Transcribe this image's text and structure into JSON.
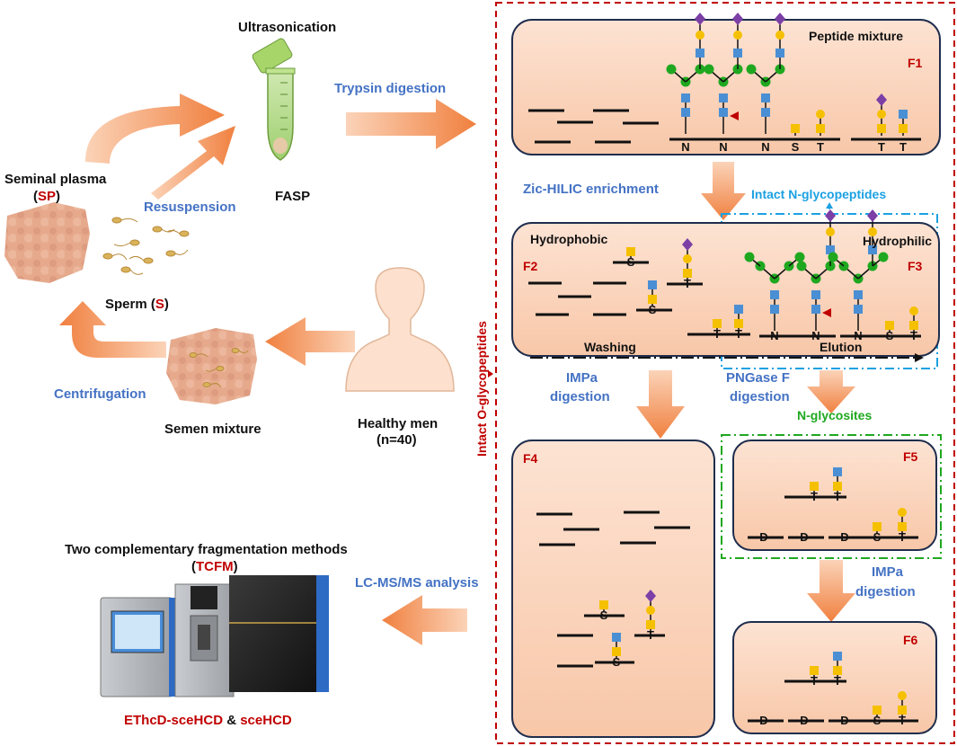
{
  "colors": {
    "arrow": "#f08a4b",
    "box_fill": "#fbd8c2",
    "box_stroke": "#1f2d4d",
    "dashed_red": "#c00000",
    "dashed_cyan": "#1ba1e2",
    "dashed_green": "#1fa81f",
    "glc_green": "#1fa81f",
    "glcnac_blue": "#4a8fd4",
    "gal_yellow": "#f5c000",
    "sia_purple": "#7b3fa6",
    "fuc_red": "#c00000"
  },
  "labels": {
    "ultrasonication": "Ultrasonication",
    "trypsin": "Trypsin digestion",
    "seminal_plasma": "Seminal plasma",
    "sp_open": "(",
    "sp_abbr": "SP",
    "sp_close": ")",
    "resuspension": "Resuspension",
    "fasp": "FASP",
    "sperm": "Sperm (",
    "sperm_abbr": "S",
    "sperm_close": ")",
    "centrifugation": "Centrifugation",
    "semen_mixture": "Semen mixture",
    "healthy_men": "Healthy men",
    "n40": "(n=40)",
    "intact_o": "Intact O-glycopeptides",
    "two_methods": "Two complementary fragmentation methods",
    "tcfm_open": "(",
    "tcfm": "TCFM",
    "tcfm_close": ")",
    "lcms": "LC-MS/MS analysis",
    "ethcd": "EThcD-sceHCD",
    "amp": " & ",
    "scehcd": "sceHCD",
    "peptide_mixture": "Peptide mixture",
    "f1": "F1",
    "zic": "Zic-HILIC enrichment",
    "intact_n": "Intact N-glycopeptides",
    "hydrophobic": "Hydrophobic",
    "hydrophilic": "Hydrophilic",
    "f2": "F2",
    "f3": "F3",
    "washing": "Washing",
    "elution": "Elution",
    "impa1": "IMPa",
    "impa1b": "digestion",
    "pngase": "PNGase F",
    "pngaseb": "digestion",
    "n_glycosites": "N-glycosites",
    "f4": "F4",
    "f5": "F5",
    "f6": "F6",
    "impa2": "IMPa",
    "impa2b": "digestion"
  },
  "residues": {
    "N": "N",
    "S": "S",
    "T": "T",
    "D": "D"
  }
}
